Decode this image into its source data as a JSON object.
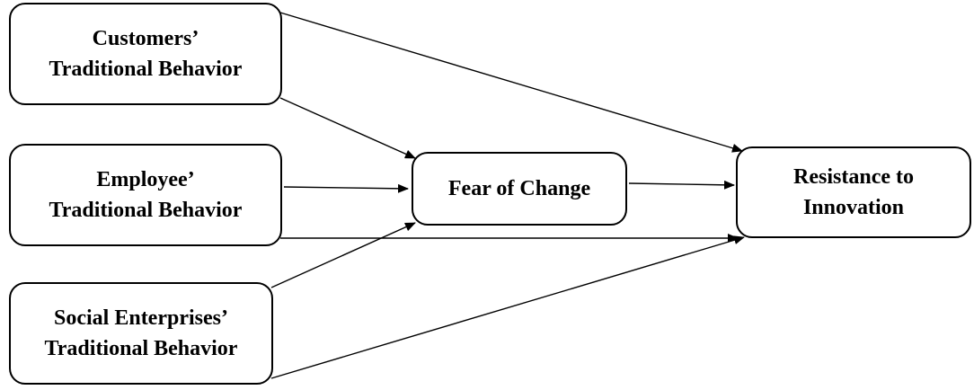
{
  "nodes": {
    "customers": {
      "line1": "Customers’",
      "line2": "Traditional Behavior"
    },
    "employee": {
      "line1": "Employee’",
      "line2": "Traditional Behavior"
    },
    "social": {
      "line1": "Social Enterprises’",
      "line2": "Traditional Behavior"
    },
    "fear": {
      "line1": "Fear of Change"
    },
    "resistance": {
      "line1": "Resistance to",
      "line2": "Innovation"
    }
  },
  "edges": [
    {
      "from": "customers",
      "to": "resistance"
    },
    {
      "from": "customers",
      "to": "fear"
    },
    {
      "from": "employee",
      "to": "fear"
    },
    {
      "from": "employee",
      "to": "resistance"
    },
    {
      "from": "social",
      "to": "fear"
    },
    {
      "from": "social",
      "to": "resistance"
    },
    {
      "from": "fear",
      "to": "resistance"
    }
  ]
}
